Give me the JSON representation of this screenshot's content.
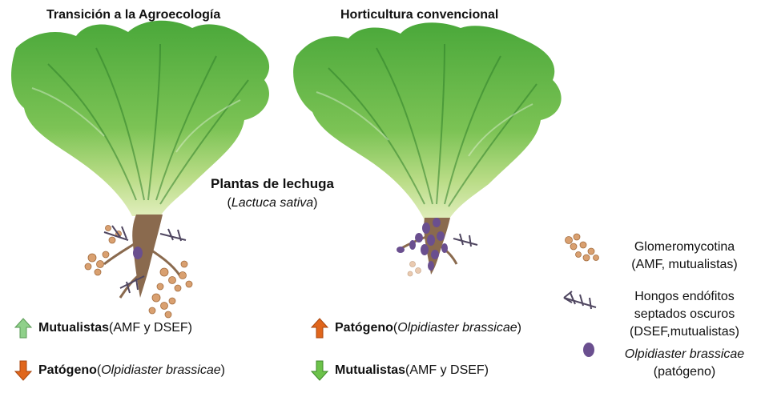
{
  "left_panel": {
    "title": "Transición a la Agroecología",
    "line1": {
      "bold": "Mutualistas",
      "text": "(AMF y DSEF)",
      "trend": "up",
      "arrow_color": "#8fd08a"
    },
    "line2": {
      "bold": "Patógeno",
      "pre": " (",
      "italic": "Olpidiaster brassicae",
      "post": ")",
      "trend": "down",
      "arrow_color": "#e0661c"
    }
  },
  "right_panel": {
    "title": "Horticultura convencional",
    "line1": {
      "bold": "Patógeno",
      "pre": " (",
      "italic": "Olpidiaster brassicae",
      "post": ")",
      "trend": "up",
      "arrow_color": "#e0661c"
    },
    "line2": {
      "bold": "Mutualistas",
      "text": "(AMF y DSEF)",
      "trend": "down",
      "arrow_color": "#6cc24a"
    }
  },
  "center": {
    "label": "Plantas de lechuga",
    "pre": "(",
    "italic": "Lactuca sativa",
    "post": ")"
  },
  "legend": {
    "amf": {
      "line1": "Glomeromycotina",
      "line2": "(AMF, mutualistas)"
    },
    "dsef": {
      "line1": "Hongos endófitos",
      "line2": "septados oscuros",
      "line3": "(DSEF,mutualistas)"
    },
    "pathogen": {
      "italic": "Olpidiaster brassicae",
      "line2": "(patógeno)"
    }
  },
  "colors": {
    "leaf_dark": "#3e9a35",
    "leaf_mid": "#5cb845",
    "leaf_light": "#9fd06e",
    "leaf_pale": "#d4e8a8",
    "root": "#8a6a4e",
    "amf_spore": "#d9a070",
    "dsef_hyphae": "#4f4660",
    "pathogen": "#6a4f8f"
  }
}
